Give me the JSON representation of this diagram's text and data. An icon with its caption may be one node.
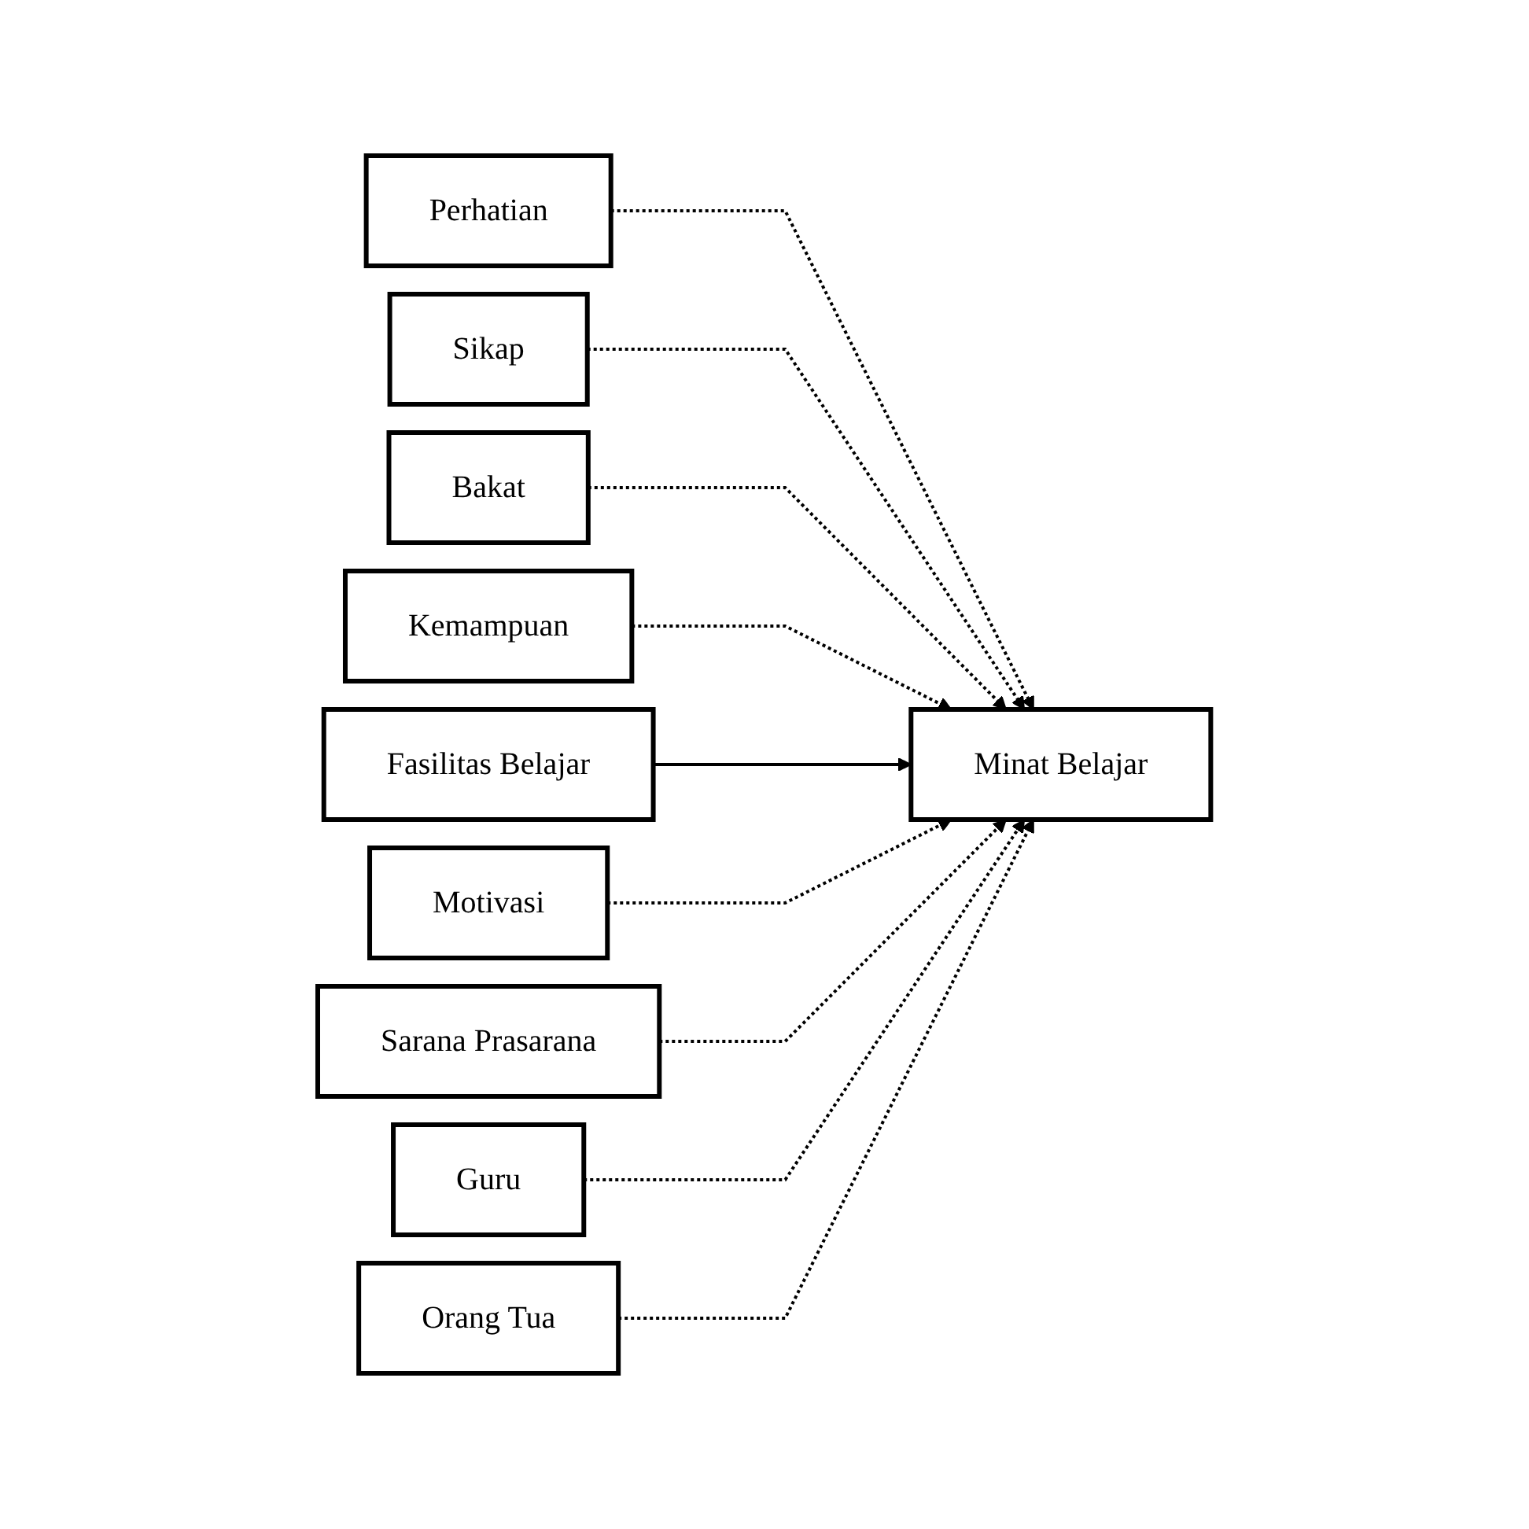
{
  "diagram": {
    "nodes": [
      {
        "text": [
          "Perhatian"
        ]
      },
      {
        "text": [
          "Sikap"
        ]
      },
      {
        "text": [
          "Bakat"
        ]
      },
      {
        "text": [
          "Kemampuan"
        ]
      },
      {
        "text": [
          "Fasilitas Belajar"
        ]
      },
      {
        "text": [
          "Motivasi"
        ]
      },
      {
        "text": [
          "Sarana Prasarana"
        ]
      },
      {
        "text": [
          "Guru"
        ]
      },
      {
        "text": [
          "Orang Tua"
        ]
      },
      {
        "text": [
          "Minat Belajar"
        ]
      }
    ],
    "edges": [
      {
        "from": 0,
        "to": 9,
        "arrow": "to",
        "style": "dashed"
      },
      {
        "from": 1,
        "to": 9,
        "arrow": "to",
        "style": "dashed"
      },
      {
        "from": 2,
        "to": 9,
        "arrow": "to",
        "style": "dashed"
      },
      {
        "from": 3,
        "to": 9,
        "arrow": "to",
        "style": "dashed"
      },
      {
        "from": 4,
        "to": 9,
        "arrow": "to"
      },
      {
        "from": 5,
        "to": 9,
        "arrow": "to",
        "style": "dashed"
      },
      {
        "from": 6,
        "to": 9,
        "arrow": "to",
        "style": "dashed"
      },
      {
        "from": 7,
        "to": 9,
        "arrow": "to",
        "style": "dashed"
      },
      {
        "from": 8,
        "to": 9,
        "arrow": "to",
        "style": "dashed"
      }
    ]
  }
}
